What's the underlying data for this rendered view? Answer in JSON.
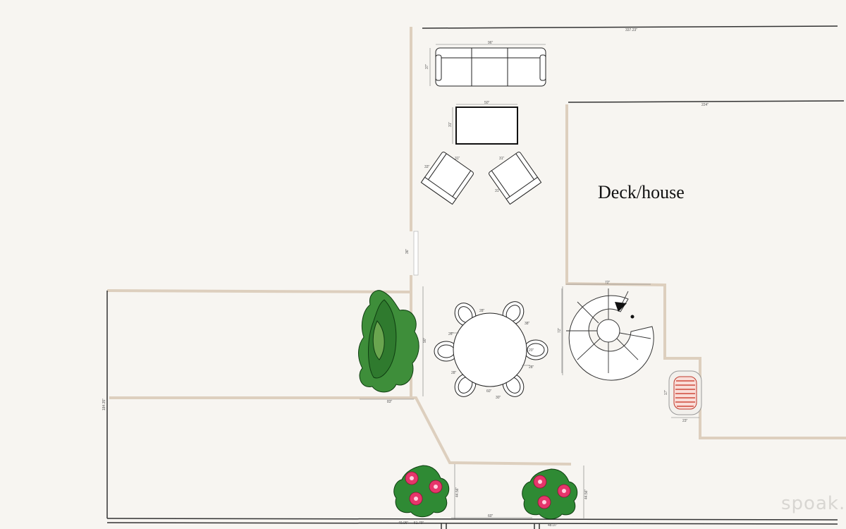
{
  "room_label": "Deck/house",
  "watermark": "spoak.",
  "dimensions": {
    "top_wall": "337.23\"",
    "house_top": "224\"",
    "sofa_width": "96\"",
    "sofa_depth": "37\"",
    "table_width": "50\"",
    "table_depth": "31\"",
    "chair_left_w": "31\"",
    "chair_left_d": "33\"",
    "chair_right_w": "31\"",
    "chair_right_d": "31\"",
    "gate": "36\"",
    "dining_side": "90\"",
    "dining_a": "26\"",
    "dining_b": "28\"",
    "dining_c": "38\"",
    "dining_d": "20\"",
    "dining_e": "60\"",
    "dining_f": "30\"",
    "dining_g": "28\"",
    "dining_h": "28\"",
    "stair_w": "72\"",
    "stair_h": "72\"",
    "grill_w": "23\"",
    "grill_h": "17\"",
    "yard_side": "184.35\"",
    "yard_step": "83\"",
    "planter_a": "44.56\"",
    "planter_b": "44.56\"",
    "bottom_a": "49.05\"",
    "bottom_b": "51.79\"",
    "bottom_c": "60\"",
    "bottom_d": "48.07\""
  }
}
